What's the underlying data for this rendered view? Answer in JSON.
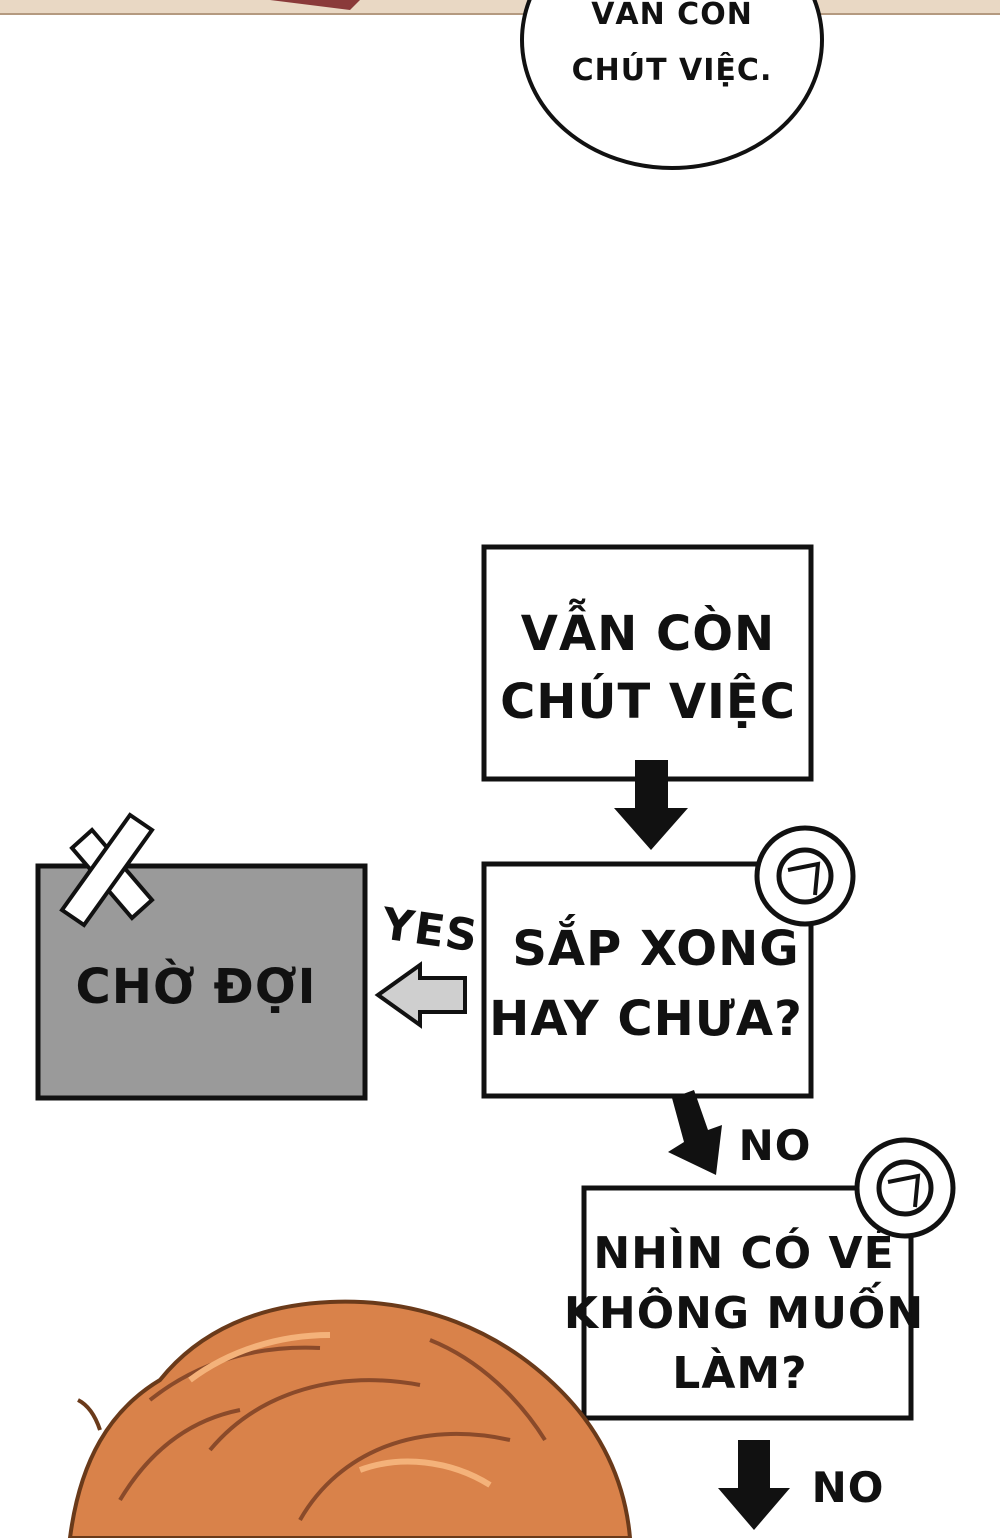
{
  "speech_bubble": {
    "line1": "VẪN CÒN",
    "line2": "CHÚT VIỆC."
  },
  "flowchart": {
    "box_top": {
      "line1": "VẪN CÒN",
      "line2": "CHÚT VIỆC"
    },
    "box_middle": {
      "line1": "SẮP XONG",
      "line2": "HAY CHƯA?"
    },
    "box_wait": {
      "label": "CHỜ ĐỢI"
    },
    "box_bottom": {
      "line1": "NHÌN CÓ VẺ",
      "line2": "KHÔNG MUỐN",
      "line3": "LÀM?"
    },
    "label_yes": "YES",
    "label_no_1": "NO",
    "label_no_2": "NO"
  },
  "colors": {
    "wait_box_fill": "#9a9a9a",
    "hair": "#d9824a",
    "hair_dark": "#8a4a2a",
    "top_strip": "#e9d8c4"
  }
}
